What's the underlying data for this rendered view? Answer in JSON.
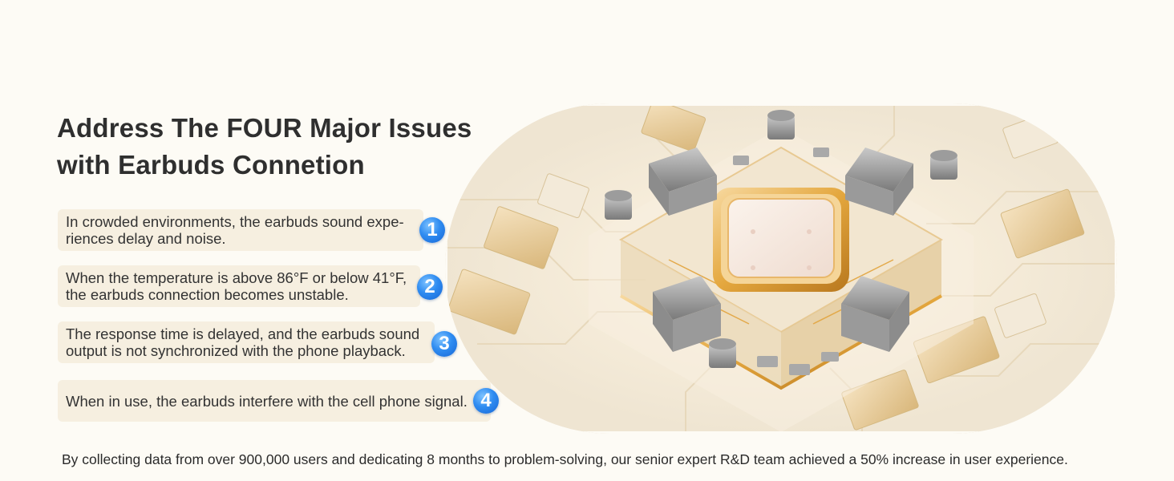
{
  "title": {
    "line1": "Address The FOUR Major Issues",
    "line2": "with Earbuds Connetion"
  },
  "issues": [
    {
      "number": "1",
      "line1": "In crowded environments, the earbuds sound expe-",
      "line2": "riences delay and noise."
    },
    {
      "number": "2",
      "line1": "When the temperature is above 86°F or below 41°F,",
      "line2": "the earbuds connection becomes unstable."
    },
    {
      "number": "3",
      "line1": "The response time is delayed, and the earbuds sound",
      "line2": "output is not synchronized with the phone playback."
    },
    {
      "number": "4",
      "line1": "When in use, the earbuds interfere with the cell phone signal."
    }
  ],
  "footer": "By collecting data from over 900,000 users and dedicating 8 months to problem-solving, our senior expert R&D team achieved a 50% increase in user experience.",
  "colors": {
    "background": "#fdfbf5",
    "badge_blue": "#2f8cf1",
    "card": "#f6efe0",
    "gold": "#e8a93a"
  }
}
